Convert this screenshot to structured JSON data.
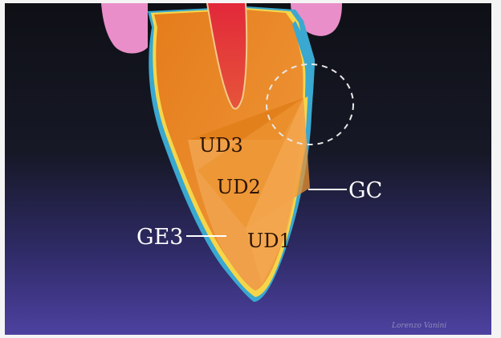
{
  "diagram": {
    "labels": {
      "ud3": "UD3",
      "ud2": "UD2",
      "ud1": "UD1",
      "gc": "GC",
      "ge3": "GE3"
    },
    "signature": "Lorenzo Vanini"
  },
  "colors": {
    "background_top": "#111217",
    "background_bottom": "#4a3f95",
    "gingiva": "#e98ec8",
    "enamel_outer": "#3aa8d0",
    "dentin_orange": "#e8841f",
    "dentin_light": "#f2a24a",
    "pulp": "#e0303c",
    "enamel_yellow": "#f5d64a"
  }
}
